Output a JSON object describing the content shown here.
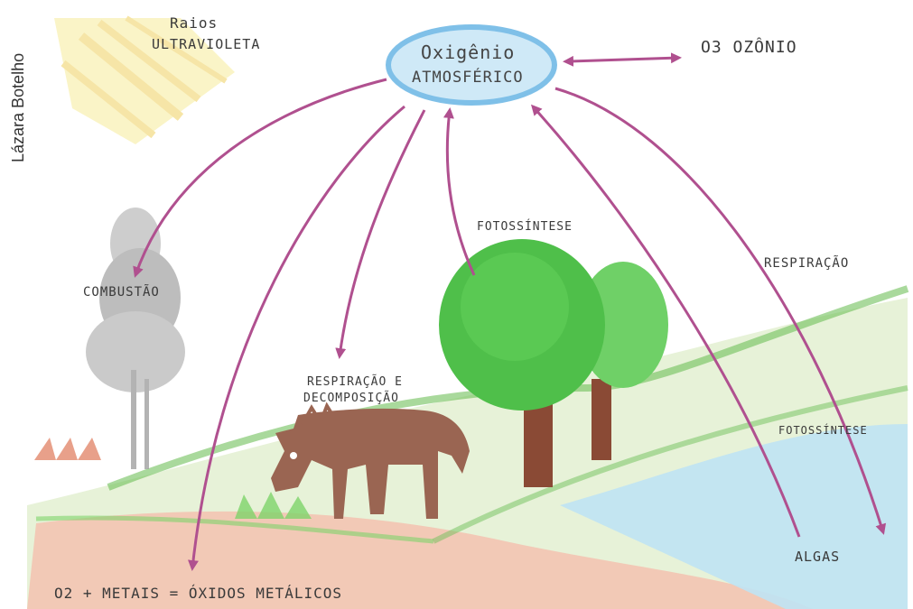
{
  "credit": "Lázara Botelho",
  "labels": {
    "uv_line1": "Raios",
    "uv_line2": "ULTRAVIOLETA",
    "center_line1": "Oxigênio",
    "center_line2": "ATMOSFÉRICO",
    "ozone": "O3 OZÔNIO",
    "combustion": "COMBUSTÃO",
    "photosynthesis_trees": "FOTOSSÍNTESE",
    "respiration": "RESPIRAÇÃO",
    "respiration_decomposition_line1": "RESPIRAÇÃO E",
    "respiration_decomposition_line2": "DECOMPOSIÇÃO",
    "photosynthesis_algae": "FOTOSSÍNTESE",
    "algae": "ALGAS",
    "metals_equation": "O2 + METAIS = ÓXIDOS METÁLICOS"
  },
  "colors": {
    "arrow": "#b0508f",
    "oval": "#7fc0e8",
    "tree": "#4fbf4a",
    "trunk": "#8a4a35",
    "horse": "#9a6552",
    "sun": "#f4e27a",
    "smoke": "#8e8e8e",
    "water": "#bfe3f4",
    "ground": "#e8a08a",
    "grass": "#7ed36a"
  }
}
